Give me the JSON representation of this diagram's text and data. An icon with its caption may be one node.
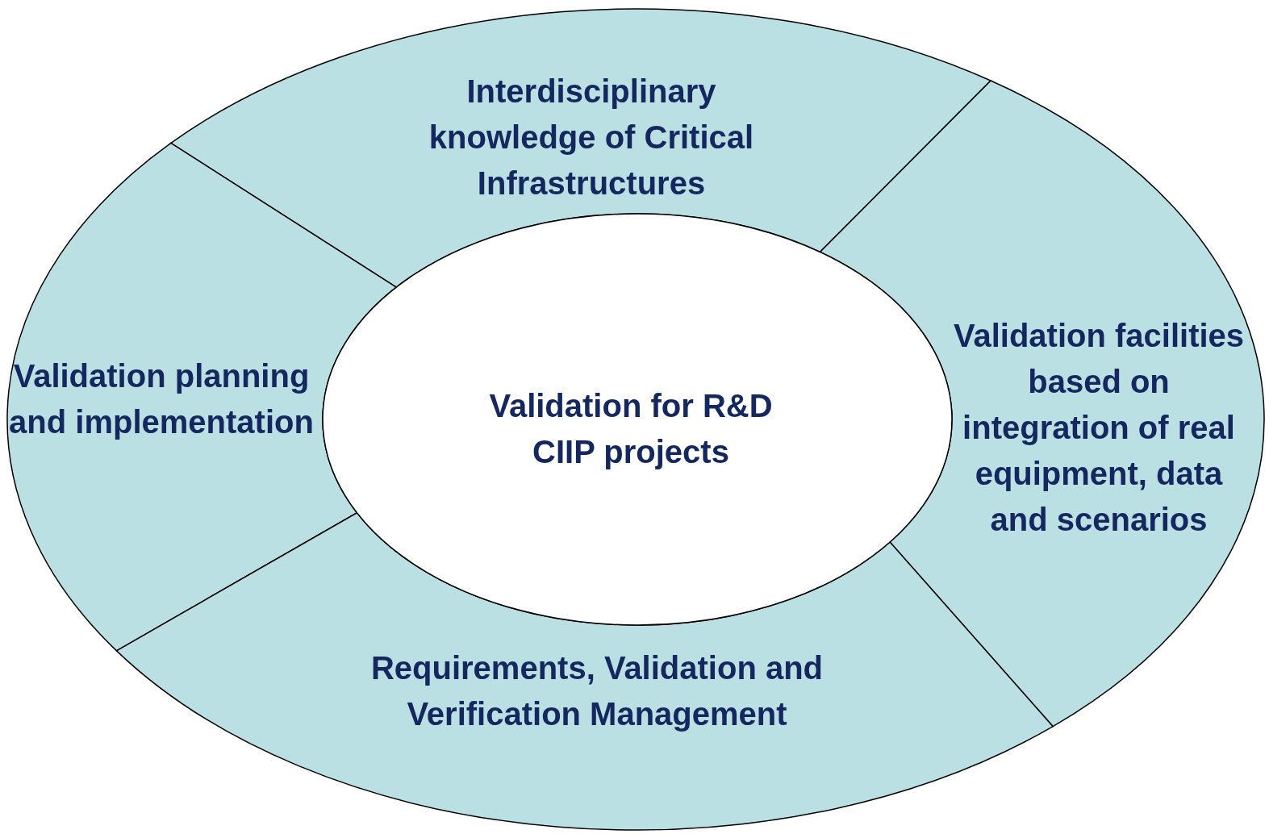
{
  "diagram": {
    "nodes": [
      {
        "text": [
          "Interdisciplinary knowledge of Critical Infrastructures"
        ]
      },
      {
        "text": [
          "Validation planning and implementation"
        ]
      },
      {
        "text": [
          "Validation for R&D CIIP projects"
        ]
      },
      {
        "text": [
          "Validation facilities based on integration of real equipment, data and scenarios"
        ]
      },
      {
        "text": [
          "Requirements, Validation and Verification Management"
        ]
      }
    ]
  }
}
